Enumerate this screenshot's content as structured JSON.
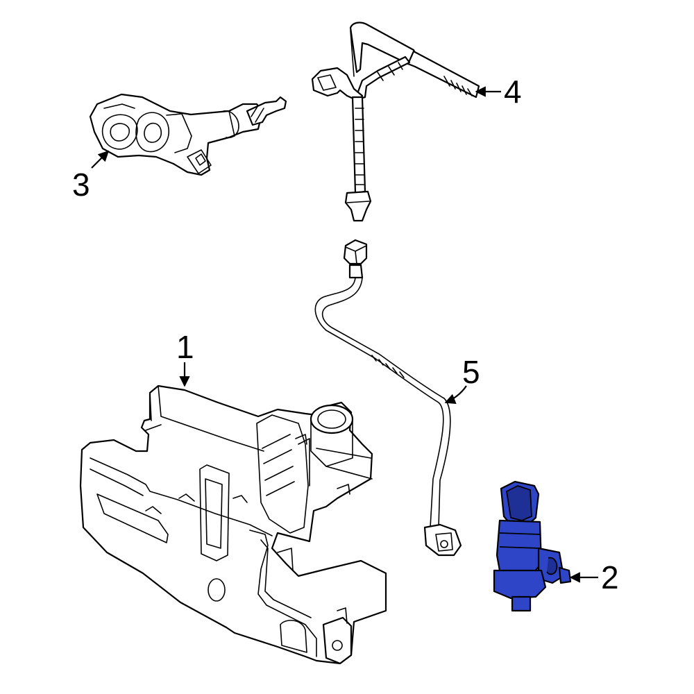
{
  "accent_color": "#2f45c8",
  "callouts": {
    "c1": "1",
    "c2": "2",
    "c3": "3",
    "c4": "4",
    "c5": "5"
  },
  "highlighted_part": "2"
}
